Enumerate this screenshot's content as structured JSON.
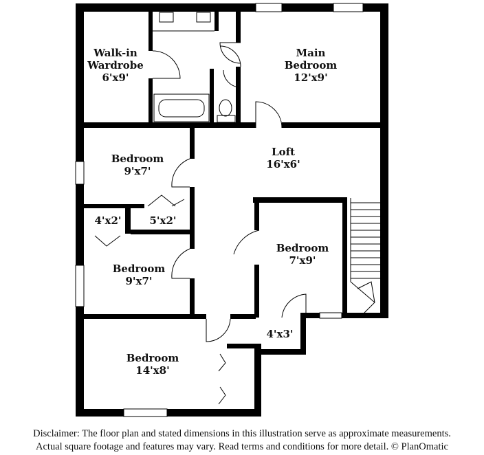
{
  "rooms": [
    {
      "name": "Walk-in Wardrobe",
      "line1": "Walk-in",
      "line2": "Wardrobe",
      "size": "6'x9'"
    },
    {
      "name": "Main Bedroom",
      "line1": "Main",
      "line2": "Bedroom",
      "size": "12'x9'"
    },
    {
      "name": "Bedroom",
      "size": "9'x7'"
    },
    {
      "name": "Loft",
      "size": "16'x6'"
    },
    {
      "name": "Bedroom",
      "size": "7'x9'"
    },
    {
      "name": "Bedroom",
      "size": "9'x7'"
    },
    {
      "name": "Bedroom",
      "size": "14'x8'"
    }
  ],
  "closets": [
    "4'x2'",
    "5'x2'",
    "4'x3'"
  ],
  "disclaimer": {
    "line1": "Disclaimer: The floor plan and stated dimensions in this illustration serve as approximate measurements.",
    "line2": "Actual square footage and features may vary. Read terms and conditions for more detail. © PlanOmatic"
  },
  "colors": {
    "wall": "#000000",
    "background": "#ffffff"
  }
}
